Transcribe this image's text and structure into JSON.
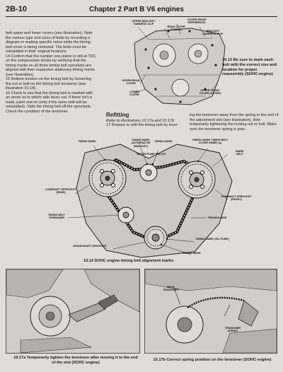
{
  "header": {
    "page_number": "2B-10",
    "chapter": "Chapter 2  Part B  V6 engines"
  },
  "left_column": [
    "belt upper and lower covers (see illustration). Note the various type and sizes of bolts by recording a diagram or making specific notes while the timing belt cover is being removed. The bolts must be reinstalled in their original locations.",
    "14  Confirm that the number one piston is still at TDC on the compression stroke by verifying that the timing marks on all three timing belt sprockets are aligned with their respective stationary timing marks (see illustration).",
    "15  Relieve tension on the timing belt by loosening the nut or bolt on the timing belt tensioner (see illustration 10.14).",
    "16  Check to see that the timing belt is marked with an arrow as to which side faces out. If there isn't a mark, paint one on (only if the same belt will be reinstalled). Slide the timing belt off the sprockets. Check the condition of the tensioner."
  ],
  "refitting": {
    "title": "Refitting",
    "ref": "Refer to illustrations 10.17a and 10.17b",
    "p17": "17  Prepare to refit the timing belt by lever-"
  },
  "right_column": "ing the tensioner away from the spring to the end of the adjustment slot (see illustration), then temporarily tightening the locking nut or bolt. Make sure the tensioner spring is posi-",
  "fig13": {
    "caption_num": "10.13",
    "caption": "Be sure to mark each bolt with the correct size and location for proper reassembly (SOHC engine)",
    "labels": [
      "UPPER BRACKET HARNESS CLIP",
      "COVER (REAR REFERENCE)",
      "REAR COVER G BOLTS",
      "BRACKET HARNESS CLIP",
      "UPPER REAR COVER",
      "LOWER COVER",
      "UPPER FRONT COVER (OUTER)"
    ]
  },
  "fig14": {
    "caption": "10.14  SOHC engine timing belt alignment marks",
    "labels": {
      "timing_mark_l": "TIMING MARK",
      "timing_mark_alt": "TIMING MARK (ALTERNATOR BRACKET)",
      "timing_mark_c": "TIMING MARK",
      "timing_mark_cover": "TIMING MARK TIMING BELT COVER INNER (A)",
      "mark_belt": "MARK BELT",
      "water_pump": "WATER PUMP PULLEY",
      "cam_rear": "CAMSHAFT SPROCKET (REAR)",
      "cam_front": "CAMSHAFT SPROCKET (FRONT)",
      "tensioner": "TIMING BELT TENSIONER",
      "tension_side": "TENSION SIDE",
      "oil_pump": "TIMING MARK (OIL PUMP)",
      "crank": "CRANKSHAFT SPROCKET",
      "timing_mark_b": "TIMING MARK"
    }
  },
  "fig17a": {
    "caption": "10.17a  Temporarily tighten the tensioner after moving it to the end of the slot (SOHC engine)"
  },
  "fig17b": {
    "caption": "10.17b  Correct spring position on the tensioner (SOHC engine)",
    "labels": [
      "BELT TENSIONER",
      "TENSIONER SPRING"
    ]
  }
}
